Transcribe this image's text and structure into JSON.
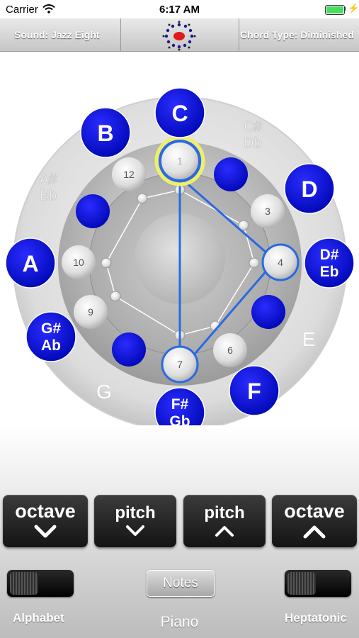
{
  "status": {
    "carrier": "Carrier",
    "time": "6:17 AM"
  },
  "topbar": {
    "sound": "Sound: Jazz Eight",
    "chord": "Chord Type: Diminished"
  },
  "notes": {
    "C": "C",
    "B": "B",
    "D": "D",
    "A": "A",
    "F": "F",
    "Ds_top": "D#",
    "Ds_bot": "Eb",
    "Gs_top": "G#",
    "Gs_bot": "Ab",
    "Fs_top": "F#",
    "Fs_bot": "Gb"
  },
  "outer_labels": {
    "Cs_top": "C#",
    "Cs_bot": "Db",
    "As_top": "A#",
    "As_bot": "Bb",
    "E": "E",
    "G": "G"
  },
  "degrees": {
    "d1": "1",
    "d3": "3",
    "d4": "4",
    "d6": "6",
    "d7": "7",
    "d9": "9",
    "d10": "10",
    "d12": "12"
  },
  "controls": {
    "octave_down": "octave",
    "pitch_down": "pitch",
    "pitch_up": "pitch",
    "octave_up": "octave",
    "notes_button": "Notes",
    "alphabet": "Alphabet",
    "instrument": "Piano",
    "heptatonic": "Heptatonic"
  },
  "colors": {
    "note_blue": "#0a10c8",
    "chord_line": "#2a6ae0"
  }
}
